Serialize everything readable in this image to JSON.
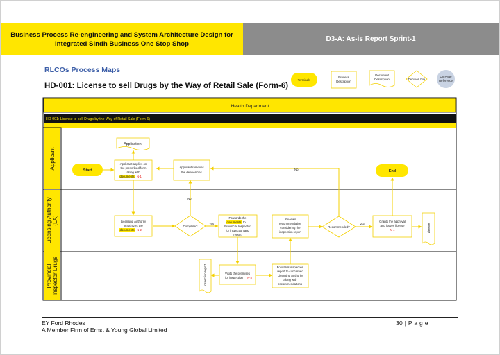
{
  "header": {
    "title_line1": "Business Process Re-engineering and System Architecture Design for",
    "title_line2": "Integrated Sindh Business One Stop Shop",
    "report_label": "D3-A: As-is Report Sprint-1"
  },
  "section_title": "RLCOs Process Maps",
  "process_title": "HD-001: License to sell Drugs by the Way of Retail Sale (Form-6)",
  "legend": {
    "terminals": "Terminals",
    "process_line1": "Process",
    "process_line2": "Description",
    "document_line1": "Document",
    "document_line2": "Description",
    "decision": "Decision box",
    "onpage_line1": "On Page",
    "onpage_line2": "Reference"
  },
  "diagram": {
    "department": "Health Department",
    "process_bar": "HD-001: License to sell Drugs by the Way of Retail Sale (Form-6)",
    "lanes": {
      "applicant": "Applicant",
      "la_line1": "Licensing Authority",
      "la_line2": "(LA)",
      "pid_line1": "Provincial",
      "pid_line2": "Inspector Drugs"
    },
    "start": "Start",
    "end": "End",
    "application_doc": "Application",
    "n1_line1": "Applicant applies on",
    "n1_line2": "the prescribed form",
    "n1_line3": "along with",
    "n1_line4_a": "documents",
    "n1_ref": "N-1",
    "removes_line1": "Applicant removes",
    "removes_line2": "the  deficiencies",
    "n2_line1": "Licensing Authority",
    "n2_line2": "scrutinizes the",
    "n2_line3_a": "documents",
    "n2_ref": "N-2",
    "complete_q": "Complete?",
    "fwd_line1": "Forwards the",
    "fwd_line2": "documents",
    "fwd_line2_b": "to",
    "fwd_line3": "Provincial Inspector",
    "fwd_line4": "for inspection and",
    "fwd_line5": "report",
    "rev_line1": "Reviews",
    "rev_line2": "recommendation",
    "rev_line3": "considering the",
    "rev_line4": "inspection report",
    "recommended_q": "Recommended?",
    "n4_line1": "Grants the approval",
    "n4_line2": "and issues license",
    "n4_ref": "N-4",
    "license_doc": "License",
    "inspection_doc": "Inspection report",
    "n3_line1": "Visits the premises",
    "n3_line2": "for inspection",
    "n3_ref": "N-3",
    "fir_line1": "Forwards inspection",
    "fir_line2": "report to concerned",
    "fir_line3": "Licensing Authority",
    "fir_line4": "along with",
    "fir_line5": "recommendations",
    "yes": "Yes",
    "no": "No"
  },
  "footer": {
    "company": "EY Ford Rhodes",
    "member": "A Member Firm of Ernst & Young Global Limited",
    "page": "30 | P a g e"
  },
  "colors": {
    "yellow": "#ffe600",
    "gray": "#8c8c8c",
    "subtitle_blue": "#3d5fa8",
    "reference_red": "#e8201c"
  }
}
